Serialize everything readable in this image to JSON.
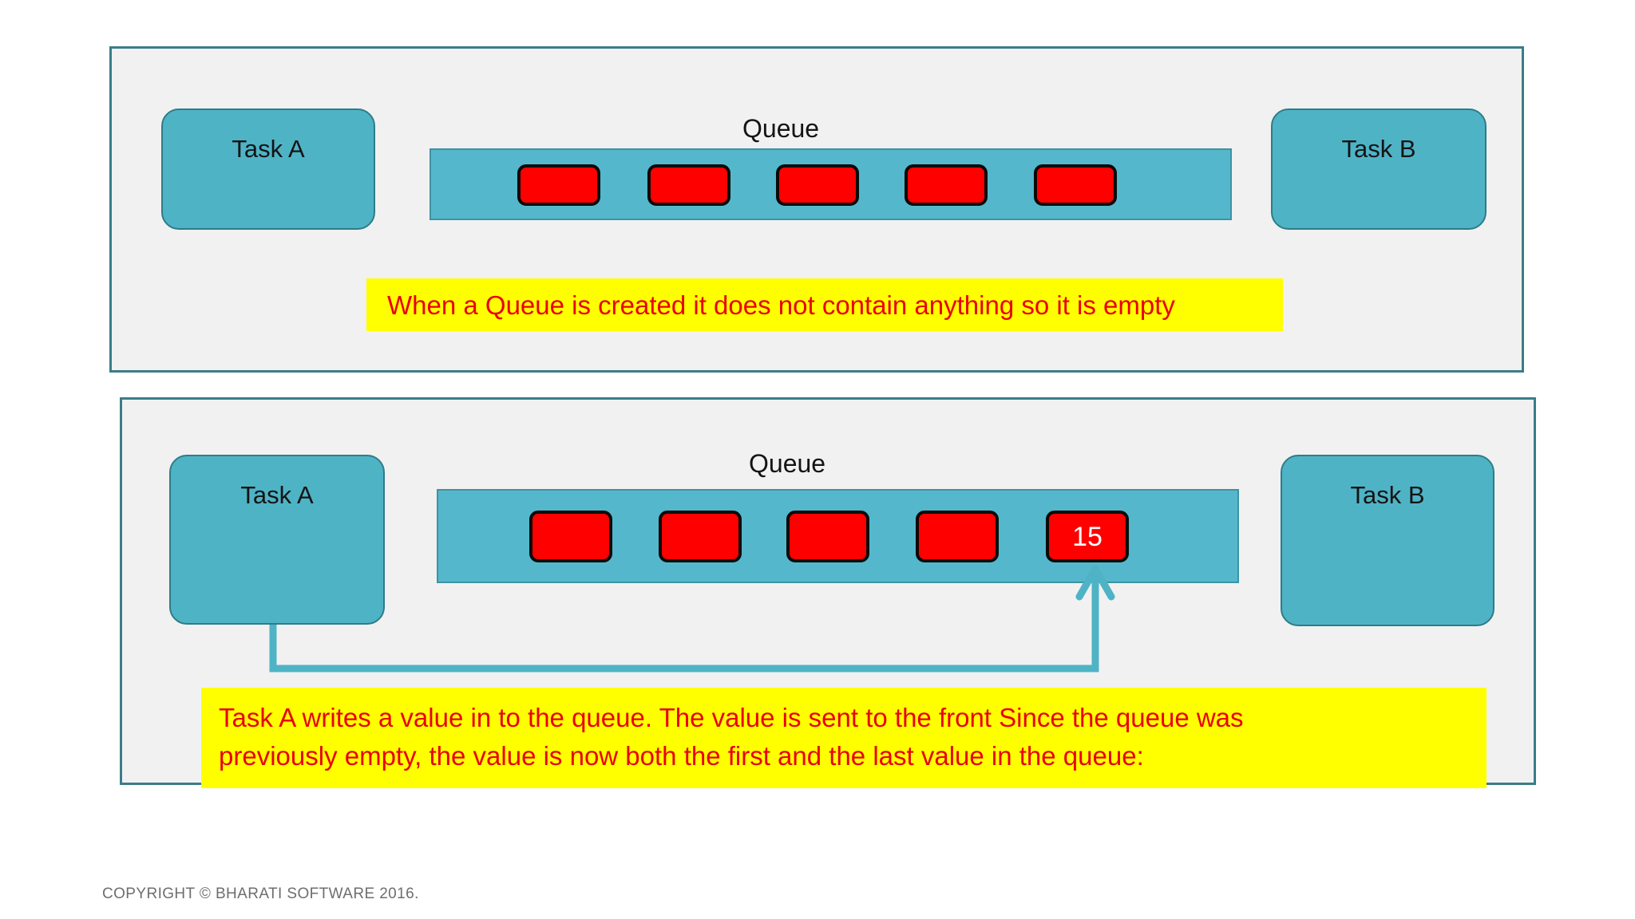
{
  "slide": {
    "copyright": "COPYRIGHT © BHARATI SOFTWARE 2016.",
    "background_color": "#FFFFFF"
  },
  "colors": {
    "panel_fill": "#F1F1F1",
    "panel_border": "#3A7D87",
    "task_fill": "#4FB3C6",
    "task_border": "#2E7C88",
    "queue_bar_fill": "#55B7CB",
    "queue_bar_border": "#3E93A3",
    "cell_fill": "#FF0000",
    "cell_border": "#0A0A0A",
    "callout_fill": "#FFFF00",
    "callout_text": "#E8020B",
    "connector": "#4FB3C6"
  },
  "panels": [
    {
      "id": "panel-1",
      "left_task_label": "Task A",
      "right_task_label": "Task B",
      "queue_title": "Queue",
      "cells": [
        {
          "value": ""
        },
        {
          "value": ""
        },
        {
          "value": ""
        },
        {
          "value": ""
        },
        {
          "value": ""
        }
      ],
      "callout": "When a Queue is created it does not contain anything so it is empty"
    },
    {
      "id": "panel-2",
      "left_task_label": "Task A",
      "right_task_label": "Task B",
      "queue_title": "Queue",
      "cells": [
        {
          "value": ""
        },
        {
          "value": ""
        },
        {
          "value": ""
        },
        {
          "value": ""
        },
        {
          "value": "15"
        }
      ],
      "callout_line_1": "Task A writes a value in to  the queue.  The value is sent to the front Since the queue was",
      "callout_line_2": "previously empty, the value is now both the first and the last value in the queue:"
    }
  ]
}
